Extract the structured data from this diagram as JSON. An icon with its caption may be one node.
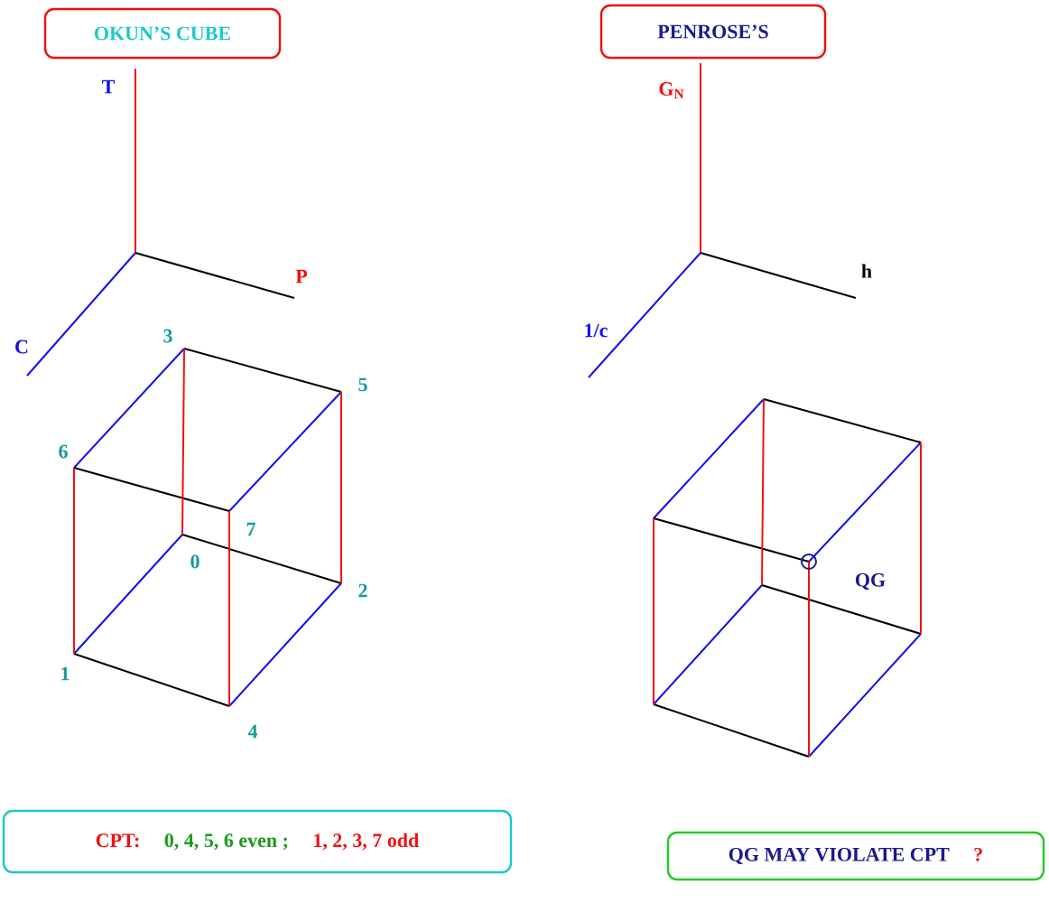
{
  "diagram": {
    "nodes": [
      {
        "text": [
          "OKUN’S CUBE"
        ]
      },
      {
        "text": [
          "PENROSE’S"
        ]
      },
      {
        "text": [
          "CPT:",
          "0, 4, 5, 6 even ;",
          "1, 2, 3, 7 odd"
        ]
      },
      {
        "text": [
          "QG MAY VIOLATE CPT",
          "?"
        ]
      }
    ],
    "edges": [],
    "labels": [
      "T",
      "P",
      "C",
      "3",
      "5",
      "6",
      "7",
      "0",
      "2",
      "1",
      "4",
      "G$_{N}$",
      "h",
      "1/c",
      "QG"
    ]
  }
}
